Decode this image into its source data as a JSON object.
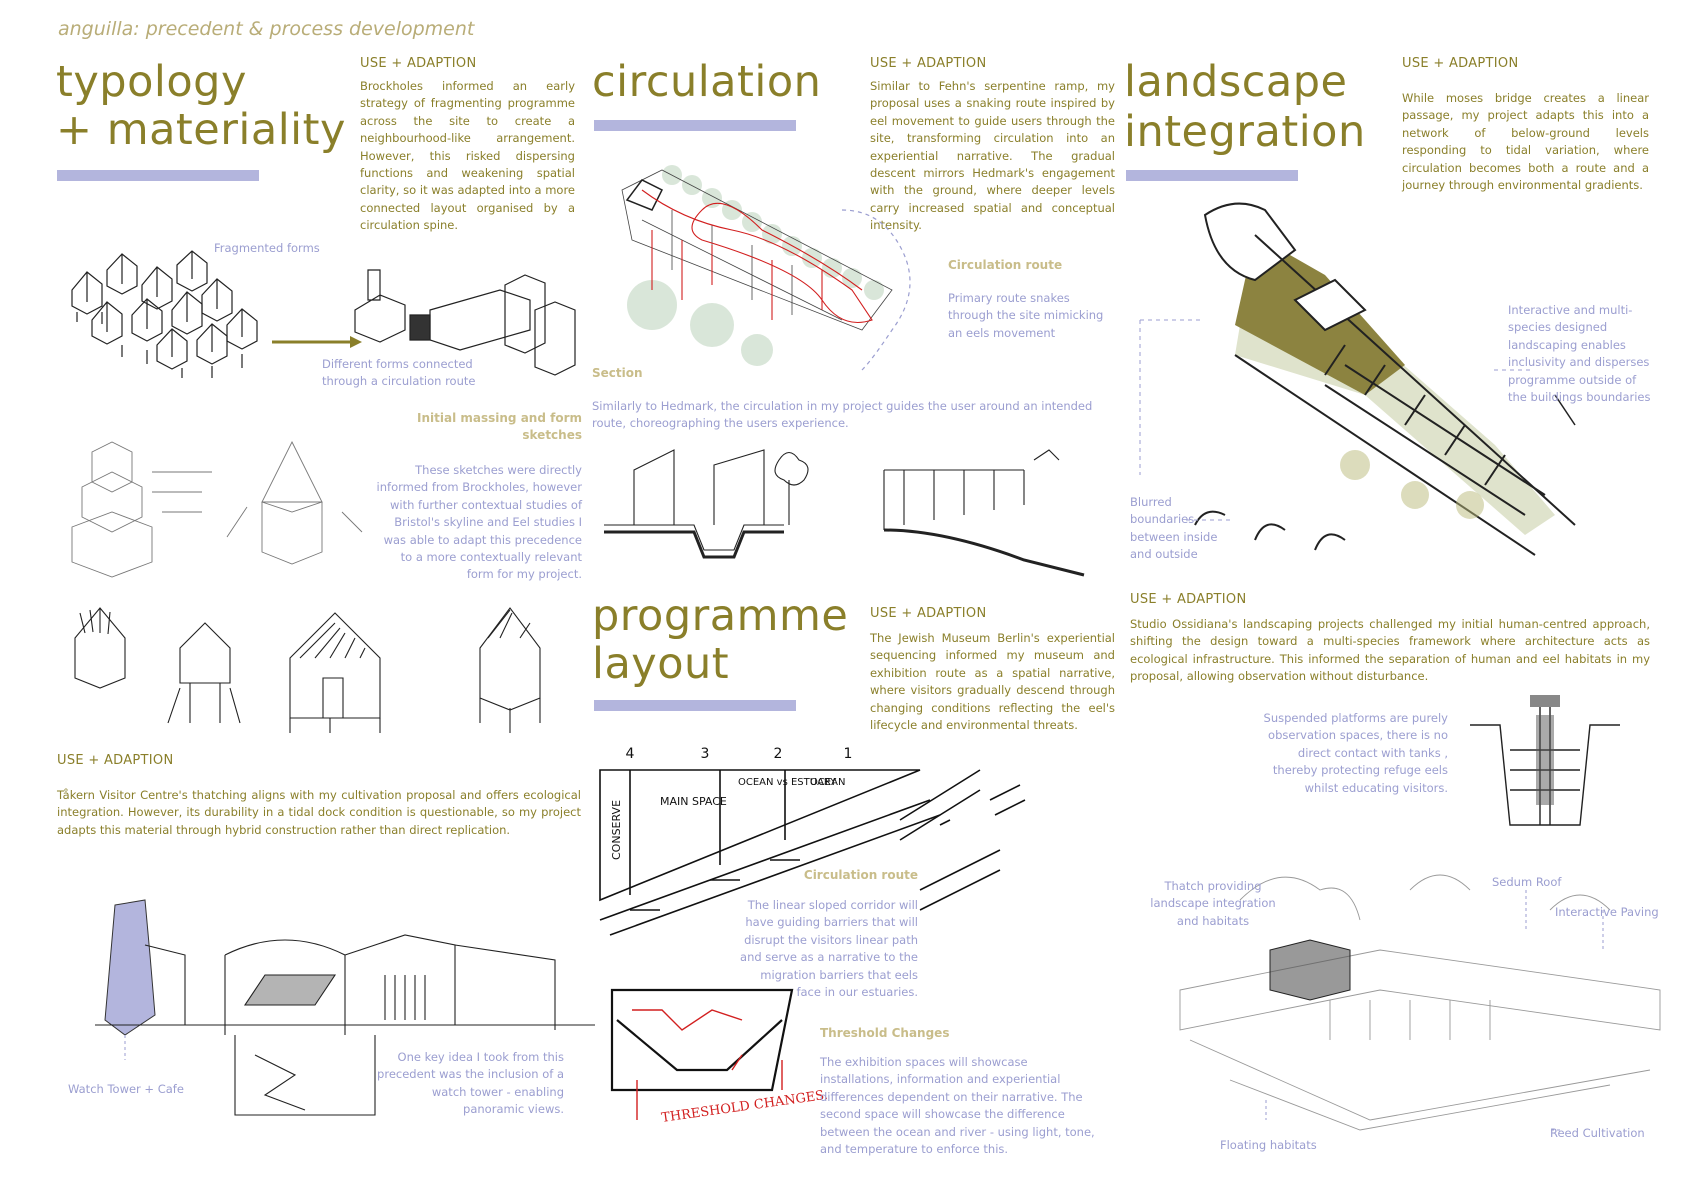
{
  "page_title": "anguilla: precedent & process development",
  "typology": {
    "title_line1": "typology",
    "title_line2": "+ materiality",
    "heading": "USE + ADAPTION",
    "text": "Brockholes informed an early strategy of fragmenting programme across the site to create a neighbourhood-like arrangement. However, this risked dispersing functions and weakening spatial clarity, so it was adapted into a more connected layout organised by a circulation spine.",
    "label_fragmented": "Fragmented forms",
    "label_connected": "Different forms connected through a circulation route",
    "massing_title": "Initial massing and form sketches",
    "massing_text": "These sketches were directly informed from Brockholes, however with further contextual studies of Bristol's skyline and Eel studies I was able to adapt this precedence to a more contextually relevant form for my project.",
    "heading2": "USE + ADAPTION",
    "text2": "Tåkern Visitor Centre's thatching aligns with my cultivation proposal and offers ecological integration. However, its durability in a tidal dock condition is questionable, so my project adapts this material through hybrid construction rather than direct replication.",
    "label_watch": "Watch Tower + Cafe",
    "watch_text": "One key idea I took from this precedent was the inclusion of a watch tower - enabling panoramic views."
  },
  "circulation": {
    "title": "circulation",
    "heading": "USE + ADAPTION",
    "text": "Similar to Fehn's serpentine ramp, my proposal uses a snaking route inspired by eel movement to guide users through the site, transforming circulation into an experiential narrative. The gradual descent mirrors Hedmark's engagement with the ground, where deeper levels carry increased spatial and conceptual intensity.",
    "route_title": "Circulation route",
    "route_text": "Primary route snakes through the site mimicking an eels movement",
    "section_label": "Section",
    "section_text": "Similarly to Hedmark, the circulation in my project guides the user around an intended route, choreographing the users experience."
  },
  "programme": {
    "title_line1": "programme",
    "title_line2": "layout",
    "heading": "USE + ADAPTION",
    "text": "The Jewish Museum Berlin's experiential sequencing informed my museum and exhibition route as a spatial narrative, where visitors gradually descend through changing conditions reflecting the eel's lifecycle and environmental threats.",
    "sketch_numbers": [
      "4",
      "3",
      "2",
      "1"
    ],
    "sketch_labels": [
      "CONSERVE",
      "MAIN SPACE",
      "OCEAN vs ESTUARY",
      "OCEAN"
    ],
    "route_title": "Circulation route",
    "route_text": "The linear sloped corridor will have guiding barriers that will disrupt the visitors linear path and serve as a narrative to the migration barriers that eels face in our estuaries.",
    "threshold_sketch_text": "THRESHOLD CHANGES.",
    "threshold_title": "Threshold Changes",
    "threshold_text": "The exhibition spaces will showcase installations, information and experiential differences dependent on their narrative. The second space will showcase the difference between the ocean and river - using light, tone, and temperature to enforce this."
  },
  "landscape": {
    "title_line1": "landscape",
    "title_line2": "integration",
    "heading": "USE + ADAPTION",
    "text": "While moses bridge creates a linear passage, my project adapts this into a network of below-ground levels responding to tidal variation, where circulation becomes both a route and a journey through environmental gradients.",
    "label_interactive": "Interactive and multi-species designed landscaping enables inclusivity and disperses programme outside of the buildings boundaries",
    "label_blurred": "Blurred boundaries between inside and outside",
    "heading2": "USE + ADAPTION",
    "text2": "Studio Ossidiana's landscaping projects challenged my initial human-centred approach, shifting the design toward a multi-species framework where architecture acts as ecological infrastructure. This informed the separation of human and eel habitats in my proposal, allowing observation without disturbance.",
    "platform_text": "Suspended platforms are purely observation spaces, there is no direct contact with tanks , thereby protecting refuge eels whilst educating visitors.",
    "label_thatch": "Thatch providing landscape integration and habitats",
    "label_sedum": "Sedum Roof",
    "label_paving": "Interactive Paving",
    "label_floating": "Floating habitats",
    "label_reed": "Reed Cultivation"
  },
  "colors": {
    "olive": "#8a7f2a",
    "lavender": "#b3b5dd",
    "label": "#9b9ed0",
    "khaki_fill": "#8c8340",
    "sage_fill": "#dfe3cc",
    "red": "#d21f1f"
  }
}
